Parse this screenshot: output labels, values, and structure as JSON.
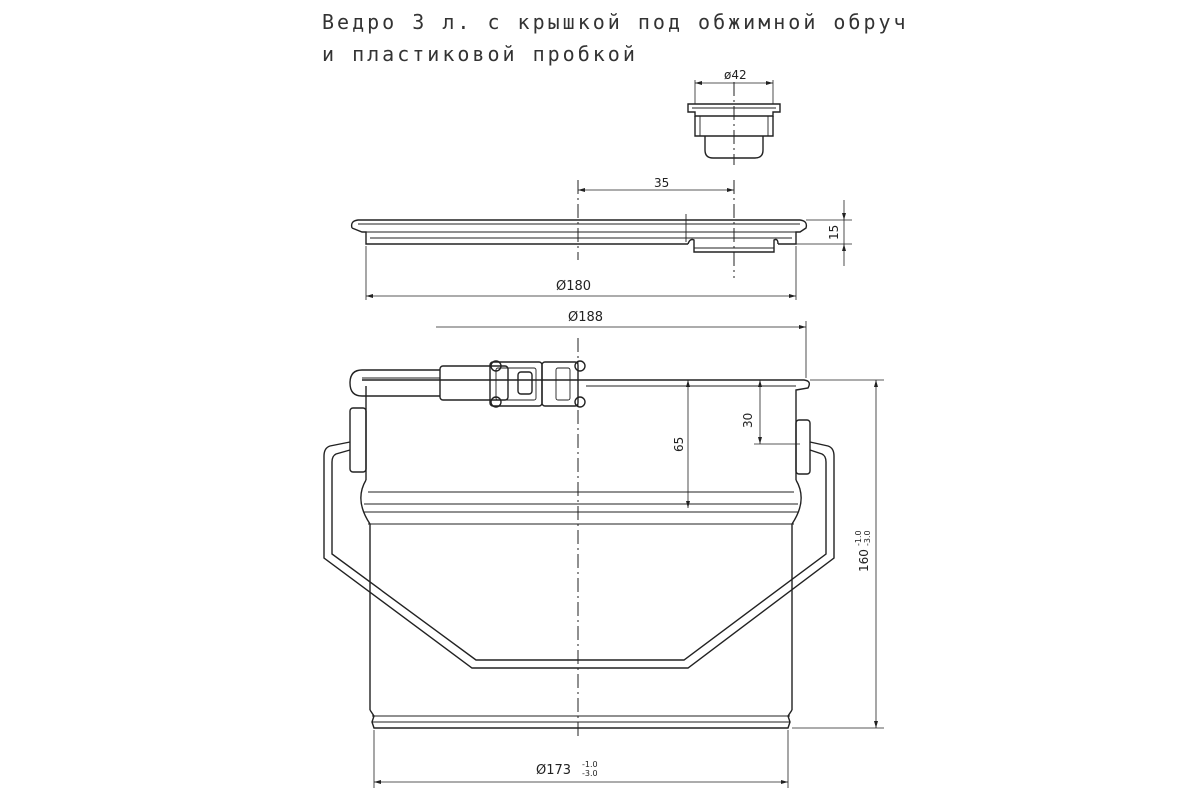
{
  "title": {
    "line1": "Ведро 3 л. с крышкой под обжимной обруч",
    "line2": "и пластиковой пробкой"
  },
  "dimensions": {
    "plug_diameter": "ø42",
    "lid_offset": "35",
    "lid_height": "15",
    "lid_diameter": "Ø180",
    "rim_diameter": "Ø188",
    "bottom_diameter": "Ø173",
    "bottom_tol_upper": "-1.0",
    "bottom_tol_lower": "-3.0",
    "height": "160",
    "height_tol_upper": "-1.0",
    "height_tol_lower": "-3.0",
    "depth_65": "65",
    "depth_30": "30"
  }
}
